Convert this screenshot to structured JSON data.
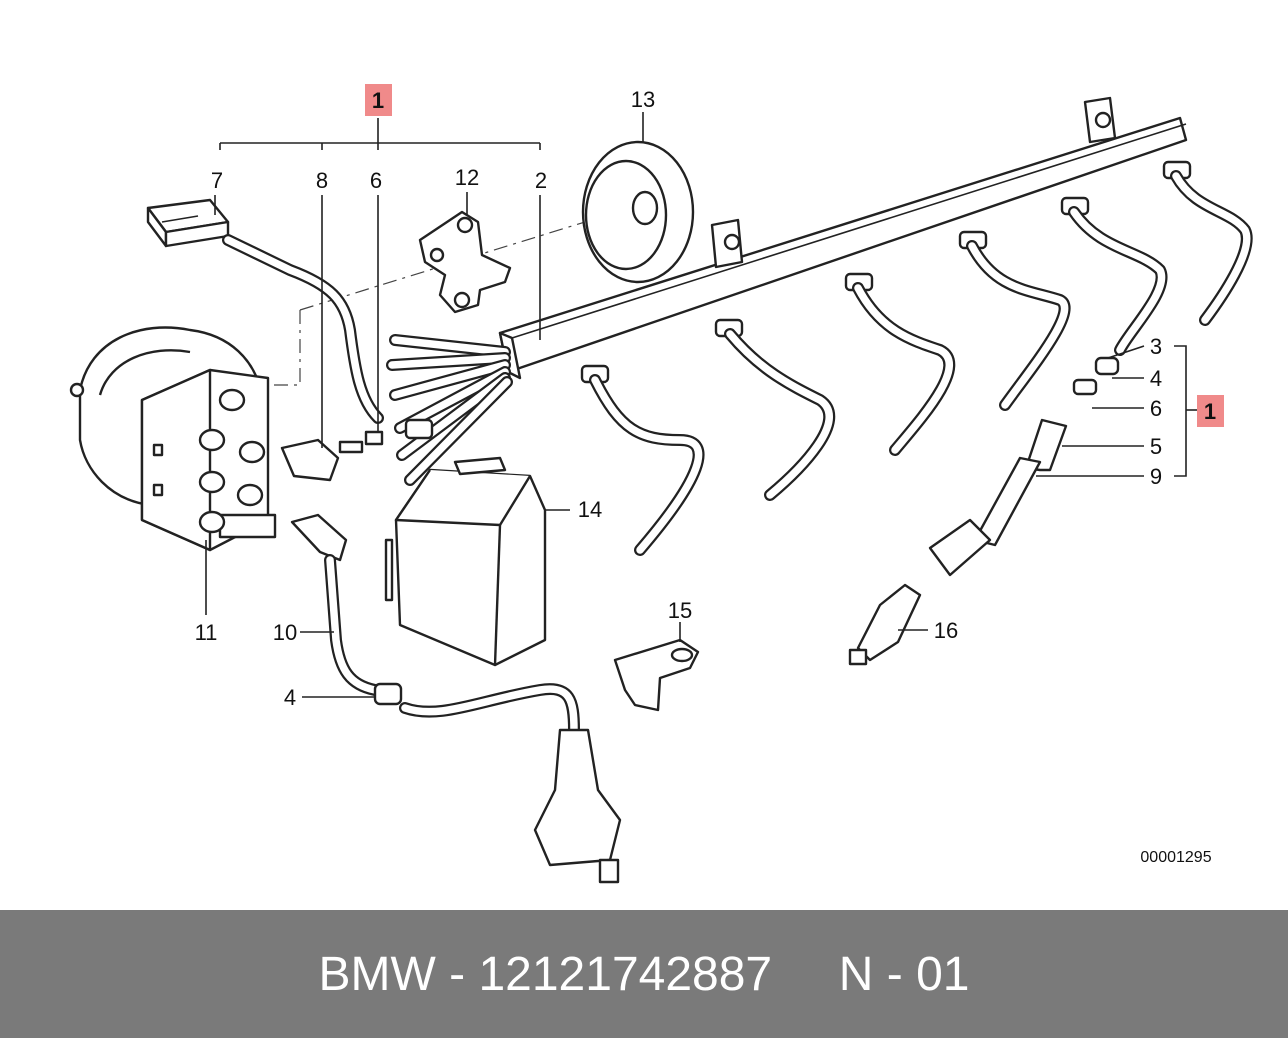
{
  "diagram": {
    "labels": {
      "l1_top": "1",
      "l1_right": "1",
      "l2": "2",
      "l3": "3",
      "l4_right": "4",
      "l4_left": "4",
      "l5": "5",
      "l6_top": "6",
      "l6_right": "6",
      "l7": "7",
      "l8": "8",
      "l9": "9",
      "l10": "10",
      "l11": "11",
      "l12": "12",
      "l13": "13",
      "l14": "14",
      "l15": "15",
      "l16": "16"
    },
    "doc_id": "00001295",
    "highlight_color": "#f08a8a"
  },
  "footer": {
    "text": "BMW - 12121742887     N - 01",
    "background": "#7a7a7a"
  }
}
